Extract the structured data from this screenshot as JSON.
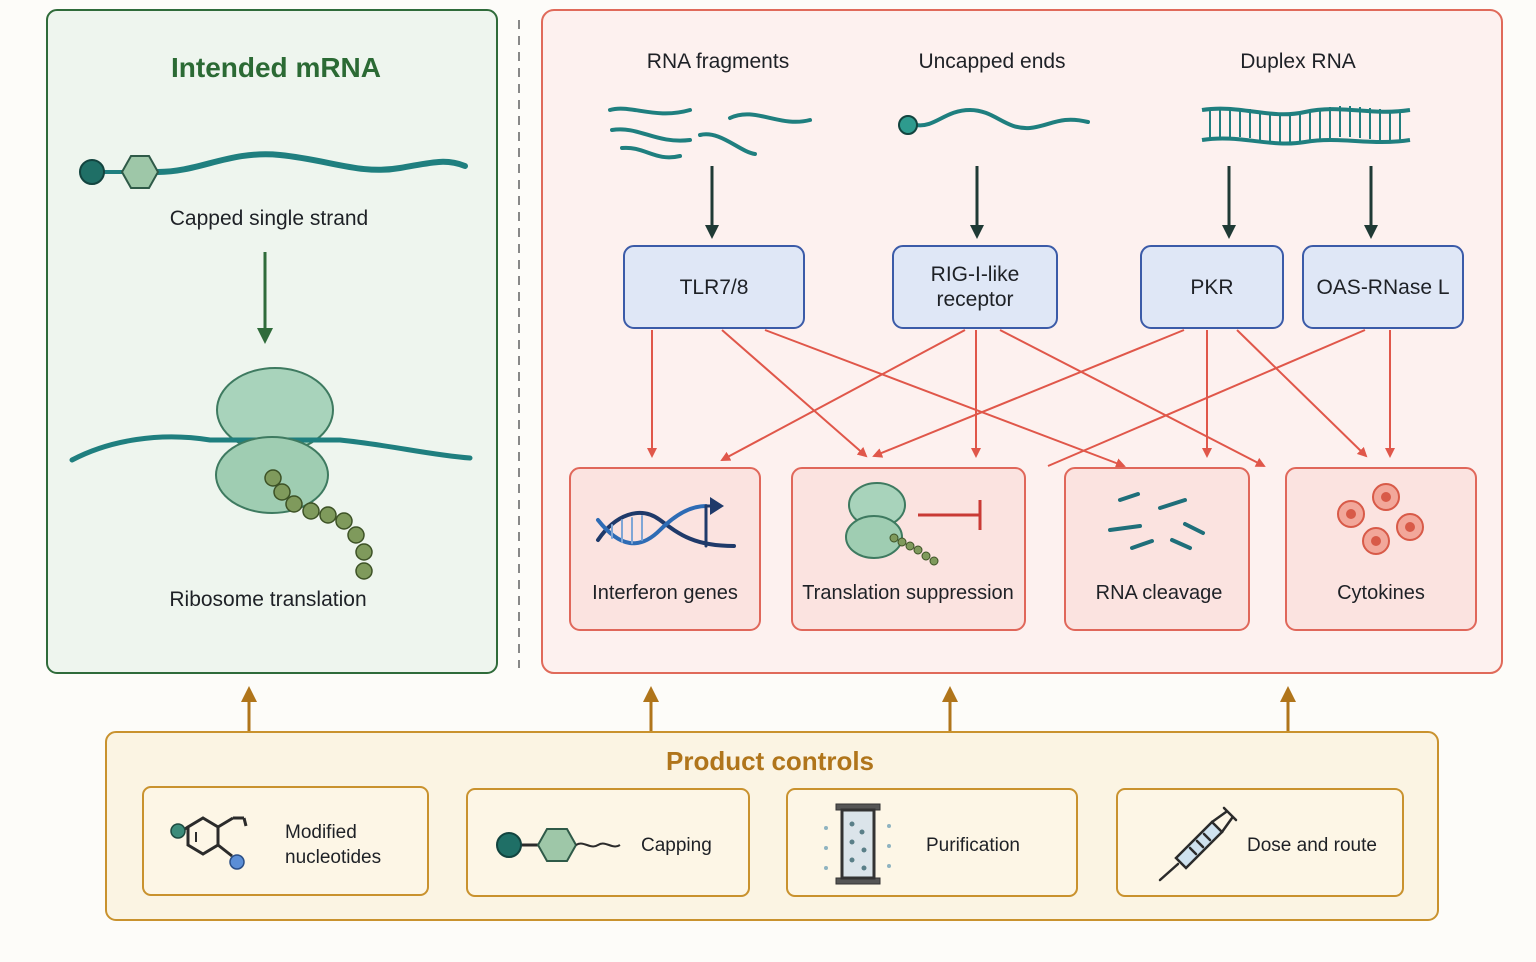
{
  "left_panel": {
    "title": "Intended mRNA",
    "capped_label": "Capped single strand",
    "ribosome_label": "Ribosome translation"
  },
  "triggers": {
    "fragments": "RNA fragments",
    "uncapped": "Uncapped ends",
    "duplex": "Duplex RNA"
  },
  "sensors": {
    "tlr": "TLR7/8",
    "rig_line1": "RIG-I-like",
    "rig_line2": "receptor",
    "pkr": "PKR",
    "oas": "OAS-RNase L"
  },
  "outcomes": {
    "interferon": "Interferon genes",
    "translation": "Translation suppression",
    "cleavage": "RNA cleavage",
    "cytokines": "Cytokines"
  },
  "controls": {
    "title": "Product controls",
    "modified_line1": "Modified",
    "modified_line2": "nucleotides",
    "capping": "Capping",
    "purification": "Purification",
    "dose": "Dose and route"
  },
  "colors": {
    "green_panel_border": "#2f6b3a",
    "green_panel_fill": "#eef5ee",
    "red_panel_border": "#e06a5a",
    "red_panel_fill": "#fdf1ef",
    "sensor_fill": "#dfe7f6",
    "sensor_border": "#3b5ba8",
    "outcome_fill": "#fbe3e0",
    "outcome_border": "#e0675a",
    "gold_border": "#c9922e",
    "gold_fill": "#fbf4e3",
    "teal_strand": "#1f7f7f",
    "arrow_red": "#e0574a",
    "arrow_dark": "#1f3a35",
    "arrow_green": "#2f6b3a",
    "arrow_gold": "#b0751b"
  },
  "icons": [
    "cap-icon",
    "hexagon-icon",
    "ribosome-icon",
    "dna-helix-icon",
    "inhibition-icon",
    "cut-rna-icon",
    "cytokine-icon",
    "nucleotide-icon",
    "column-icon",
    "syringe-icon"
  ]
}
